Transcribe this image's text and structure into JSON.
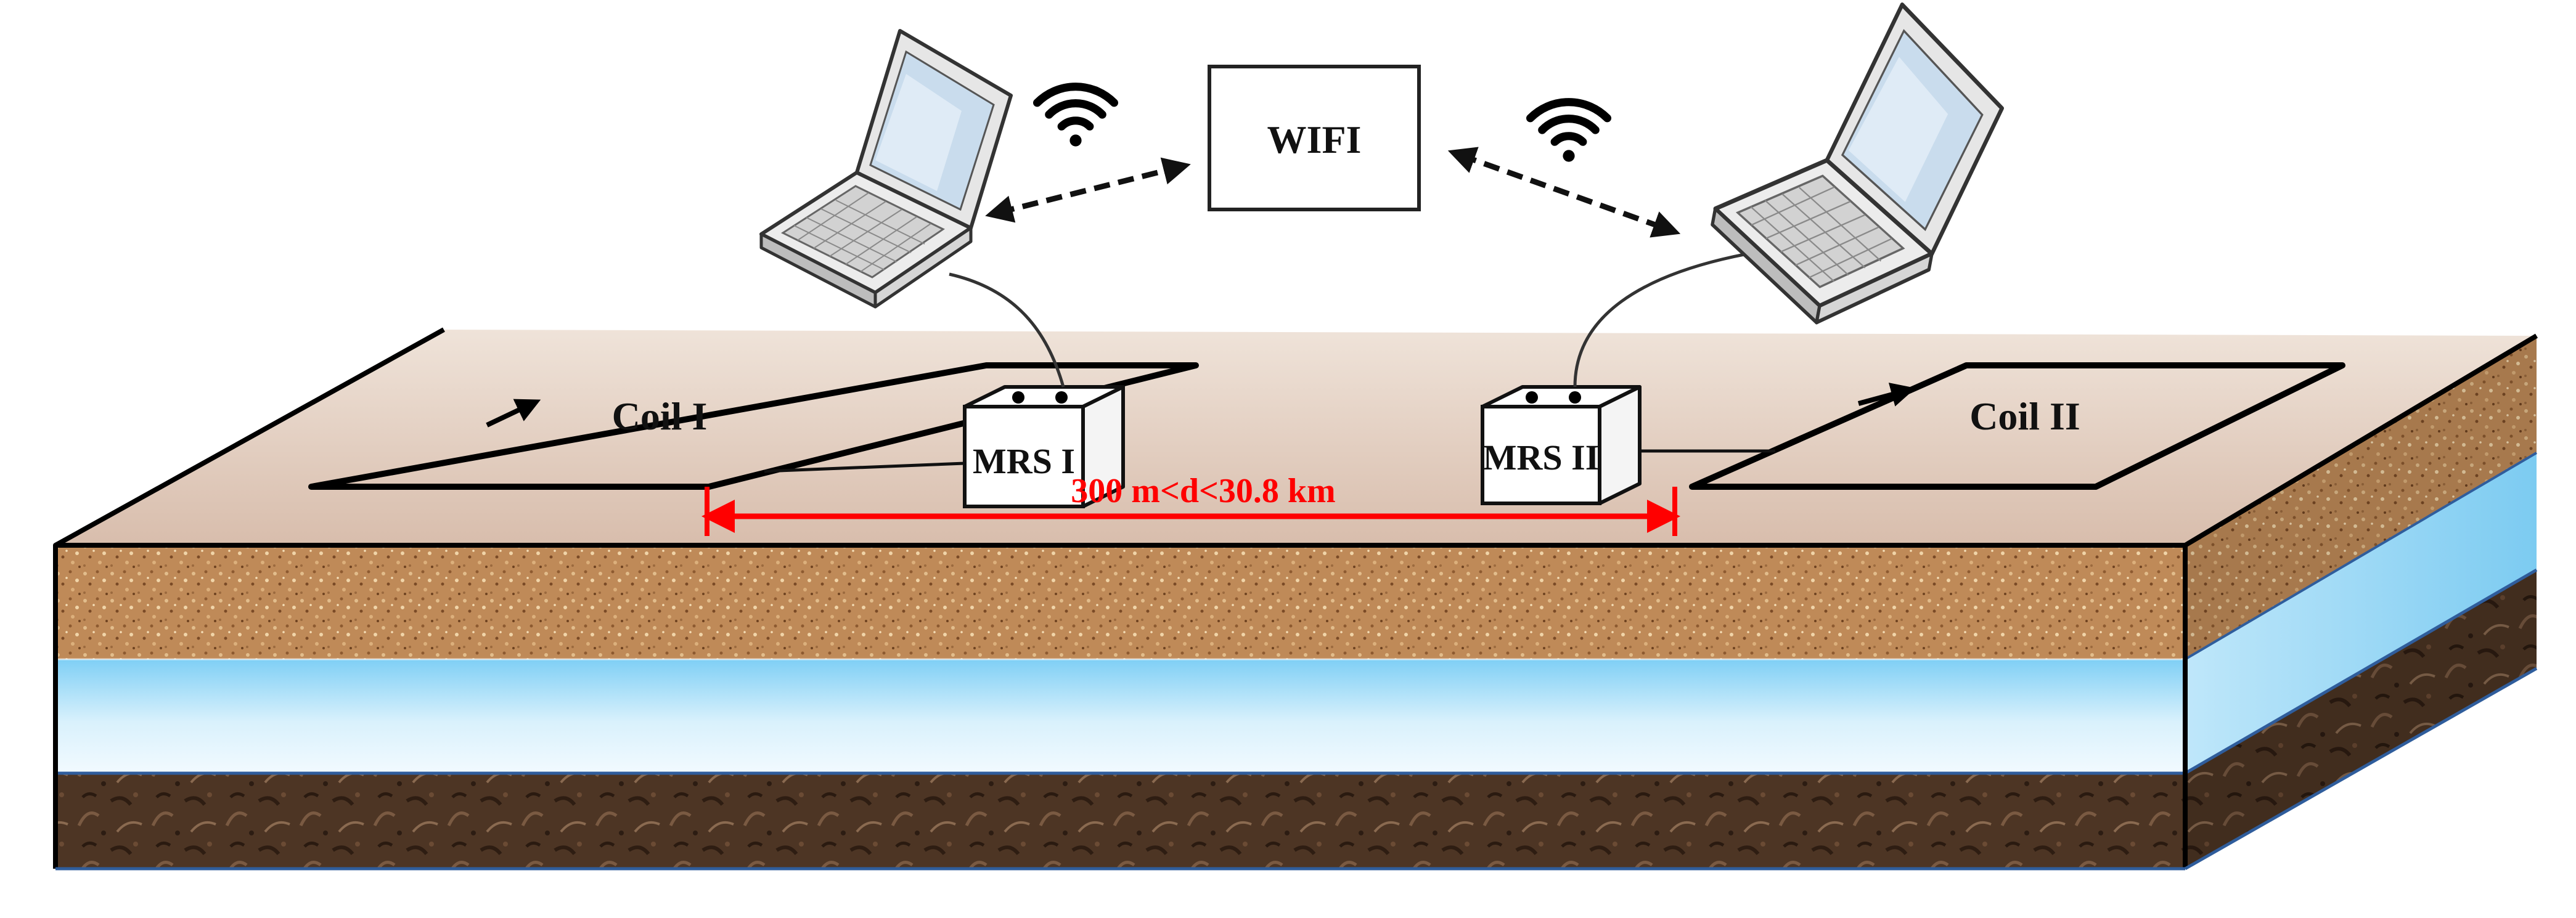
{
  "labels": {
    "wifi": "WIFI",
    "coil_1": "Coil I",
    "coil_2": "Coil II",
    "mrs_1": "MRS I",
    "mrs_2": "MRS II",
    "distance": "300 m<d<30.8 km"
  },
  "icons": {
    "laptop": "laptop-icon",
    "wifi_signal": "wifi-signal-icon"
  },
  "colors": {
    "distance_marker": "#ff0000",
    "surface": "#dcc4b6",
    "sand_layer": "#c08a55",
    "water_layer": "#9fdcf6",
    "bedrock_layer": "#4e3626",
    "outline": "#000000"
  }
}
